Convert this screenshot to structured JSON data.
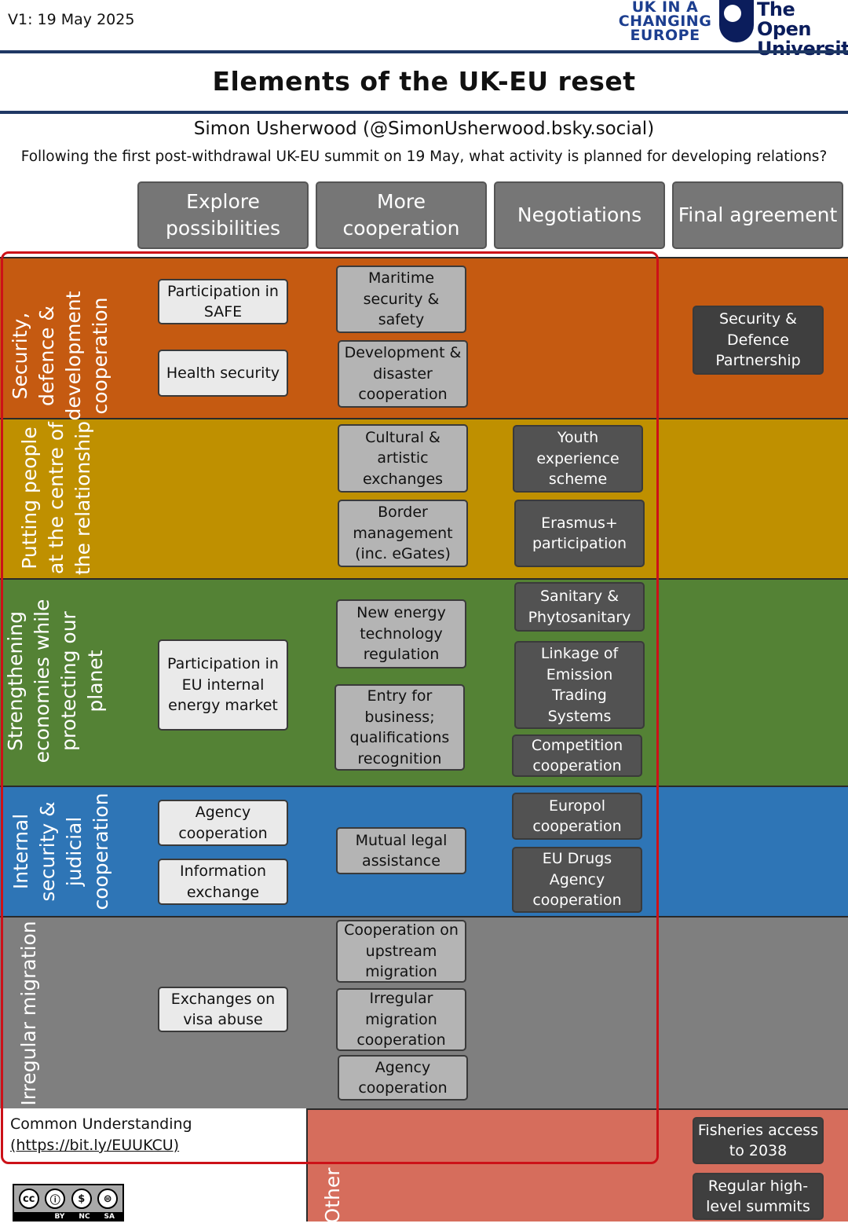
{
  "header": {
    "version": "V1: 19 May 2025",
    "ukice_lines": [
      "UK IN A",
      "CHANGING",
      "EUROPE"
    ],
    "ou_lines": [
      "The Open",
      "University"
    ]
  },
  "title": "Elements of the UK-EU reset",
  "author": "Simon Usherwood (@SimonUsherwood.bsky.social)",
  "subtitle": "Following the first post-withdrawal UK-EU summit on 19 May, what activity is planned for developing relations?",
  "stages": [
    "Explore possibilities",
    "More cooperation",
    "Negotiations",
    "Final agreement"
  ],
  "bands": [
    {
      "label": "Security, defence & development cooperation",
      "color": "#c55a11"
    },
    {
      "label": "Putting people at the centre of the relationship",
      "color": "#bf9000"
    },
    {
      "label": "Strengthening economies while protecting our planet",
      "color": "#548235"
    },
    {
      "label": "Internal security & judicial cooperation",
      "color": "#2e75b6"
    },
    {
      "label": "Irregular migration",
      "color": "#7f7f7f"
    },
    {
      "label": "Other",
      "color": "#d66d5c"
    }
  ],
  "items": {
    "sec_safe": "Participation in SAFE",
    "sec_health": "Health security",
    "sec_maritime": "Maritime security & safety",
    "sec_dev": "Development & disaster cooperation",
    "sec_sdp": "Security & Defence Partnership",
    "ppl_cultural": "Cultural & artistic exchanges",
    "ppl_border": "Border management (inc. eGates)",
    "ppl_youth": "Youth experience scheme",
    "ppl_erasmus": "Erasmus+ participation",
    "eco_energy_market": "Participation in EU internal energy market",
    "eco_energy_tech": "New energy technology regulation",
    "eco_entry": "Entry for business; qualifications recognition",
    "eco_sps": "Sanitary & Phytosanitary",
    "eco_ets": "Linkage of Emission Trading Systems",
    "eco_comp": "Competition cooperation",
    "int_agency": "Agency cooperation",
    "int_info": "Information exchange",
    "int_mla": "Mutual legal assistance",
    "int_europol": "Europol cooperation",
    "int_drugs": "EU Drugs Agency cooperation",
    "mig_visa": "Exchanges on visa abuse",
    "mig_upstream": "Cooperation on upstream migration",
    "mig_irregular": "Irregular migration cooperation",
    "mig_agency": "Agency cooperation",
    "oth_fisheries": "Fisheries access to 2038",
    "oth_summits": "Regular high-level summits"
  },
  "footer": {
    "common_label": "Common Understanding",
    "common_link": "(https://bit.ly/EUUKCU)",
    "license_symbols": [
      "cc",
      "ⓘ",
      "$",
      "⊜"
    ],
    "license_codes": [
      "BY",
      "NC",
      "SA"
    ]
  }
}
